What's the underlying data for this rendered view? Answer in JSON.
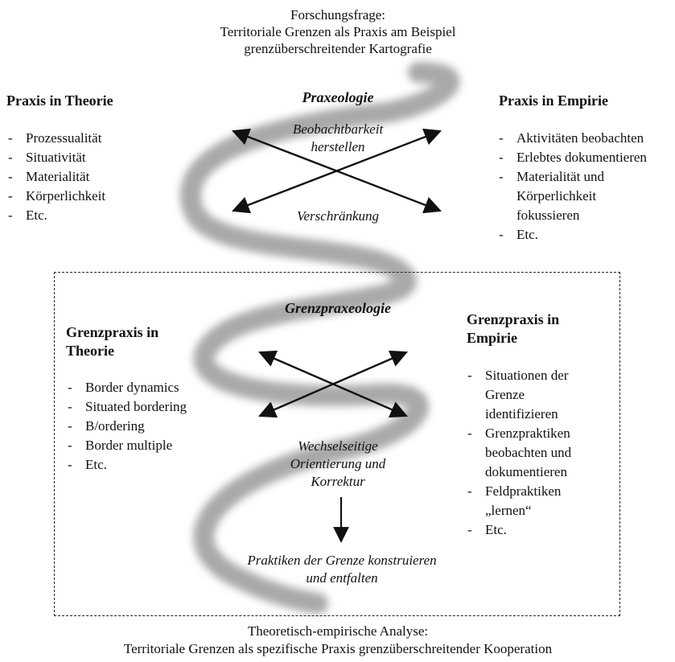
{
  "header": {
    "line1": "Forschungsfrage:",
    "line2": "Territoriale Grenzen als Praxis am Beispiel",
    "line3": "grenzüberschreitender Kartografie"
  },
  "top": {
    "left_title": "Praxis in Theorie",
    "left_items": [
      "Prozessualität",
      "Situativität",
      "Materialität",
      "Körperlichkeit",
      "Etc."
    ],
    "center_title": "Praxeologie",
    "center_top_line1": "Beobachtbarkeit",
    "center_top_line2": "herstellen",
    "center_bottom": "Verschränkung",
    "right_title": "Praxis in Empirie",
    "right_items": [
      "Aktivitäten beobachten",
      "Erlebtes dokumentieren",
      "Materialität und Körperlichkeit fokussieren",
      "Etc."
    ]
  },
  "bottom": {
    "left_title_line1": "Grenzpraxis in",
    "left_title_line2": "Theorie",
    "left_items": [
      "Border dynamics",
      "Situated bordering",
      "B/ordering",
      "Border multiple",
      "Etc."
    ],
    "center_title": "Grenzpraxeologie",
    "center_line1": "Wechselseitige",
    "center_line2": "Orientierung und",
    "center_line3": "Korrektur",
    "result_line1": "Praktiken der Grenze konstruieren",
    "result_line2": "und entfalten",
    "right_title_line1": "Grenzpraxis in",
    "right_title_line2": "Empirie",
    "right_items": [
      "Situationen der Grenze identifizieren",
      "Grenzpraktiken beobachten und dokumentieren",
      "Feldpraktiken „lernen“",
      "Etc."
    ]
  },
  "footer": {
    "line1": "Theoretisch-empirische Analyse:",
    "line2": "Territoriale Grenzen als spezifische Praxis grenzüberschreitender Kooperation"
  },
  "colors": {
    "spiral": "#9a9a9a",
    "text": "#111111",
    "border": "#222222"
  }
}
